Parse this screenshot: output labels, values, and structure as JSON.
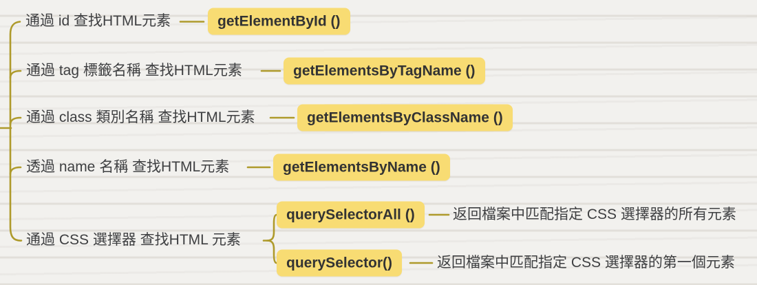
{
  "theme": {
    "background": "#f2f1ee",
    "paper_line_color": "#e6e3de",
    "branch_line_color": "#ae9a2b",
    "node_fill": "#f8dc73",
    "node_text_color": "#333333",
    "label_text_color": "#3e3f41"
  },
  "mindmap": {
    "branches": [
      {
        "label": "通過 id 查找HTML元素",
        "method": "getElementById ()"
      },
      {
        "label": "通過 tag 標籤名稱 查找HTML元素",
        "method": "getElementsByTagName ()"
      },
      {
        "label": "通過 class 類別名稱 查找HTML元素",
        "method": "getElementsByClassName ()"
      },
      {
        "label": "透過 name 名稱 查找HTML元素",
        "method": "getElementsByName ()"
      },
      {
        "label": "通過 CSS 選擇器 查找HTML 元素",
        "children": [
          {
            "method": "querySelectorAll ()",
            "description": "返回檔案中匹配指定 CSS 選擇器的所有元素"
          },
          {
            "method": "querySelector()",
            "description": "返回檔案中匹配指定 CSS 選擇器的第一個元素"
          }
        ]
      }
    ]
  }
}
